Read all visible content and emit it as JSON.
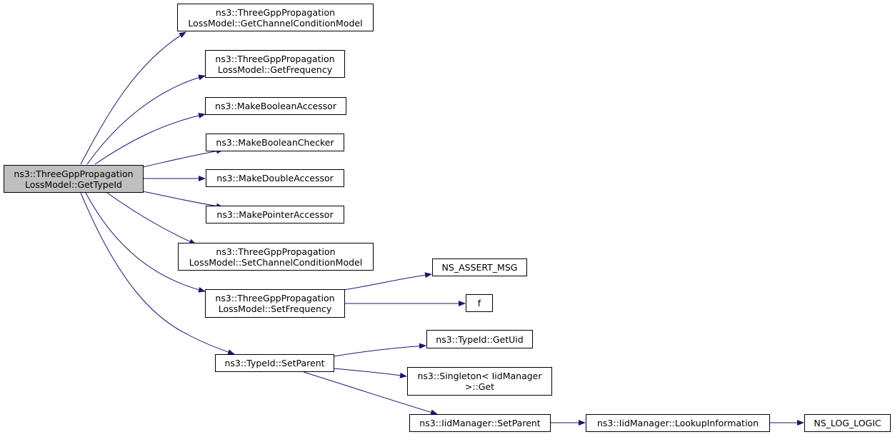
{
  "graph": {
    "edge_color": "#191970",
    "root_fill": "#bfbfbf",
    "nodes": {
      "root": [
        "ns3::ThreeGppPropagation",
        "LossModel::GetTypeId"
      ],
      "get_channel_condition_model": [
        "ns3::ThreeGppPropagation",
        "LossModel::GetChannelConditionModel"
      ],
      "get_frequency": [
        "ns3::ThreeGppPropagation",
        "LossModel::GetFrequency"
      ],
      "make_boolean_accessor": [
        "ns3::MakeBooleanAccessor"
      ],
      "make_boolean_checker": [
        "ns3::MakeBooleanChecker"
      ],
      "make_double_accessor": [
        "ns3::MakeDoubleAccessor"
      ],
      "make_pointer_accessor": [
        "ns3::MakePointerAccessor"
      ],
      "set_channel_condition_model": [
        "ns3::ThreeGppPropagation",
        "LossModel::SetChannelConditionModel"
      ],
      "set_frequency": [
        "ns3::ThreeGppPropagation",
        "LossModel::SetFrequency"
      ],
      "ns_assert_msg": [
        "NS_ASSERT_MSG"
      ],
      "f": [
        "f"
      ],
      "typeid_set_parent": [
        "ns3::TypeId::SetParent"
      ],
      "typeid_get_uid": [
        "ns3::TypeId::GetUid"
      ],
      "singleton_get": [
        "ns3::Singleton< IidManager",
        ">::Get"
      ],
      "iidmanager_set_parent": [
        "ns3::IidManager::SetParent"
      ],
      "iidmanager_lookup_information": [
        "ns3::IidManager::LookupInformation"
      ],
      "ns_log_logic": [
        "NS_LOG_LOGIC"
      ]
    }
  }
}
